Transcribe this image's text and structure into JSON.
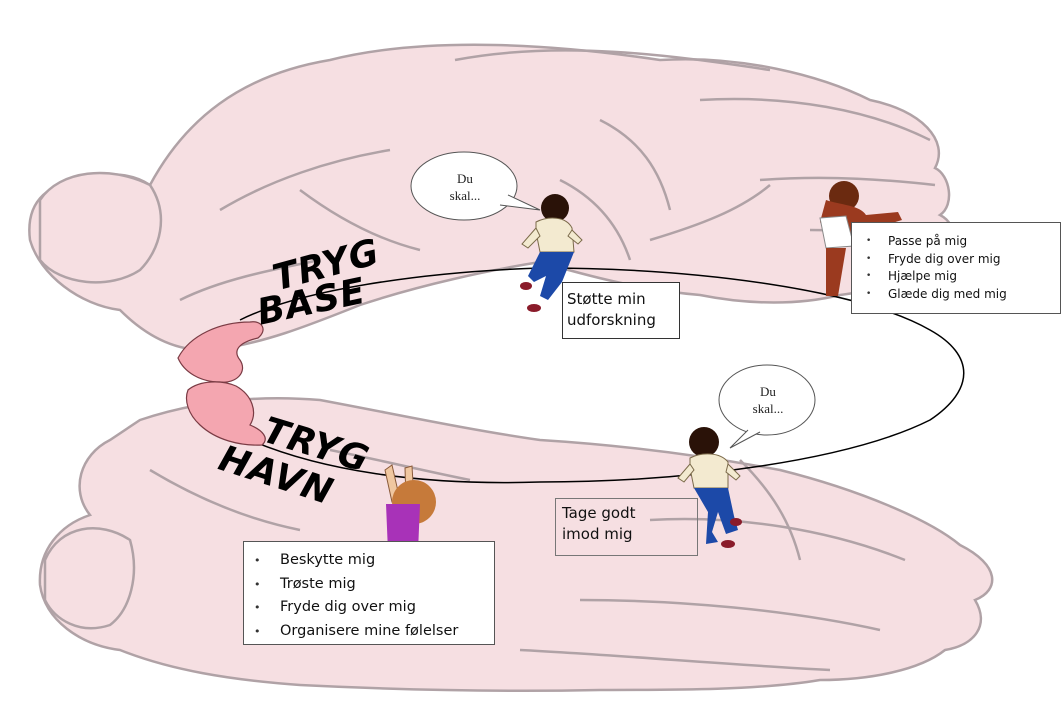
{
  "diagram": {
    "secure_base": {
      "line1": "TRYG",
      "line2": "BASE"
    },
    "safe_haven": {
      "line1": "TRYG",
      "line2": "HAVN"
    },
    "bubble_top": "Du\nskal...",
    "bubble_bottom": "Du\nskal...",
    "support_label": "Støtte min\nudforskning",
    "welcome_label": "Tage godt\nimod mig",
    "care_needs": [
      "Passe på mig",
      "Fryde dig over mig",
      "Hjælpe mig",
      "Glæde dig med mig"
    ],
    "protect_needs": [
      "Beskytte mig",
      "Trøste mig",
      "Fryde dig over mig",
      "Organisere mine følelser"
    ]
  },
  "colors": {
    "hand_fill": "#f6dfe2",
    "hand_lines": "#b0a2a6",
    "small_hand": "#f4a6b0",
    "toddler_shirt": "#f3ead0",
    "toddler_pants": "#1c49a8",
    "girl_dress": "#a832b8"
  }
}
